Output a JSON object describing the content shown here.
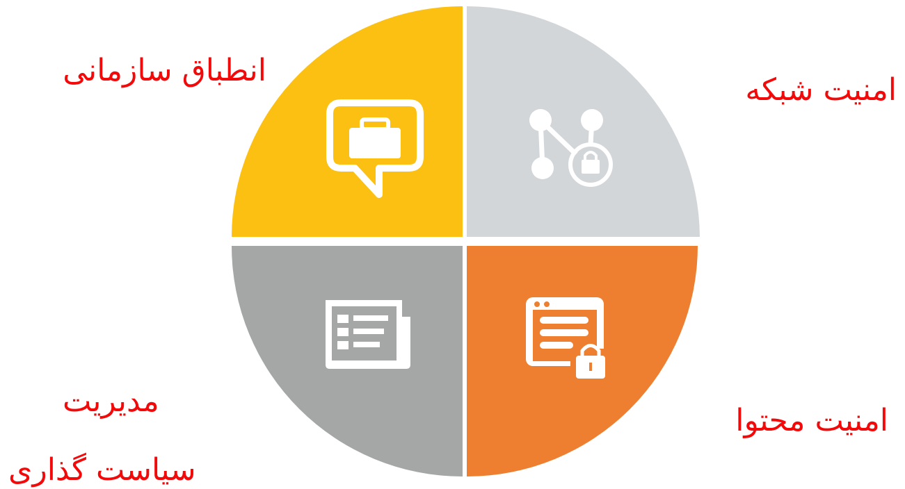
{
  "colors": {
    "compliance": "#fcc012",
    "network": "#d2d6d9",
    "policy": "#a5a6a6",
    "content": "#ee7f30",
    "label": "#f20a0a",
    "divider": "#ffffff"
  },
  "quadrants": [
    {
      "id": "compliance",
      "label": "انطباق سازمانی",
      "icon": "briefcase-speech-icon"
    },
    {
      "id": "network",
      "label": "امنیت شبکه",
      "icon": "network-lock-icon"
    },
    {
      "id": "policy",
      "label_line1": "مدیریت",
      "label_line2": "سیاست گذاری",
      "icon": "checklist-document-icon"
    },
    {
      "id": "content",
      "label": "امنیت محتوا",
      "icon": "browser-lock-icon"
    }
  ]
}
